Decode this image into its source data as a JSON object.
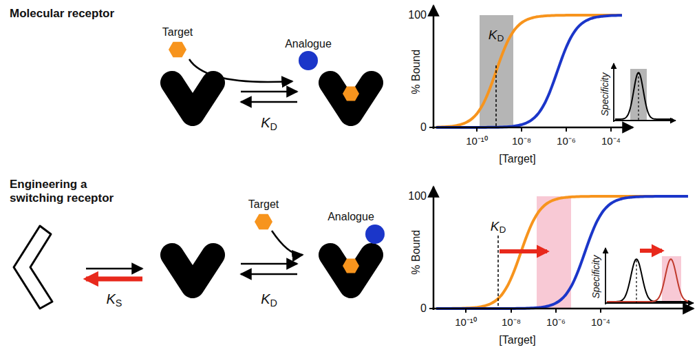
{
  "diagram": {
    "labels": [
      "Molecular receptor",
      "Target",
      "Analogue",
      "KD",
      "100",
      "0",
      "% Bound",
      "KD",
      "Specificity",
      "10⁻¹⁰",
      "10⁻⁸",
      "10⁻⁶",
      "10⁻⁴",
      "[Target]",
      "Engineering a switching receptor",
      "Target",
      "Analogue",
      "KS",
      "KD",
      "100",
      "0",
      "% Bound",
      "KD",
      "Specificity",
      "10⁻¹⁰",
      "10⁻⁸",
      "10⁻⁶",
      "10⁻⁴",
      "[Target]"
    ]
  }
}
